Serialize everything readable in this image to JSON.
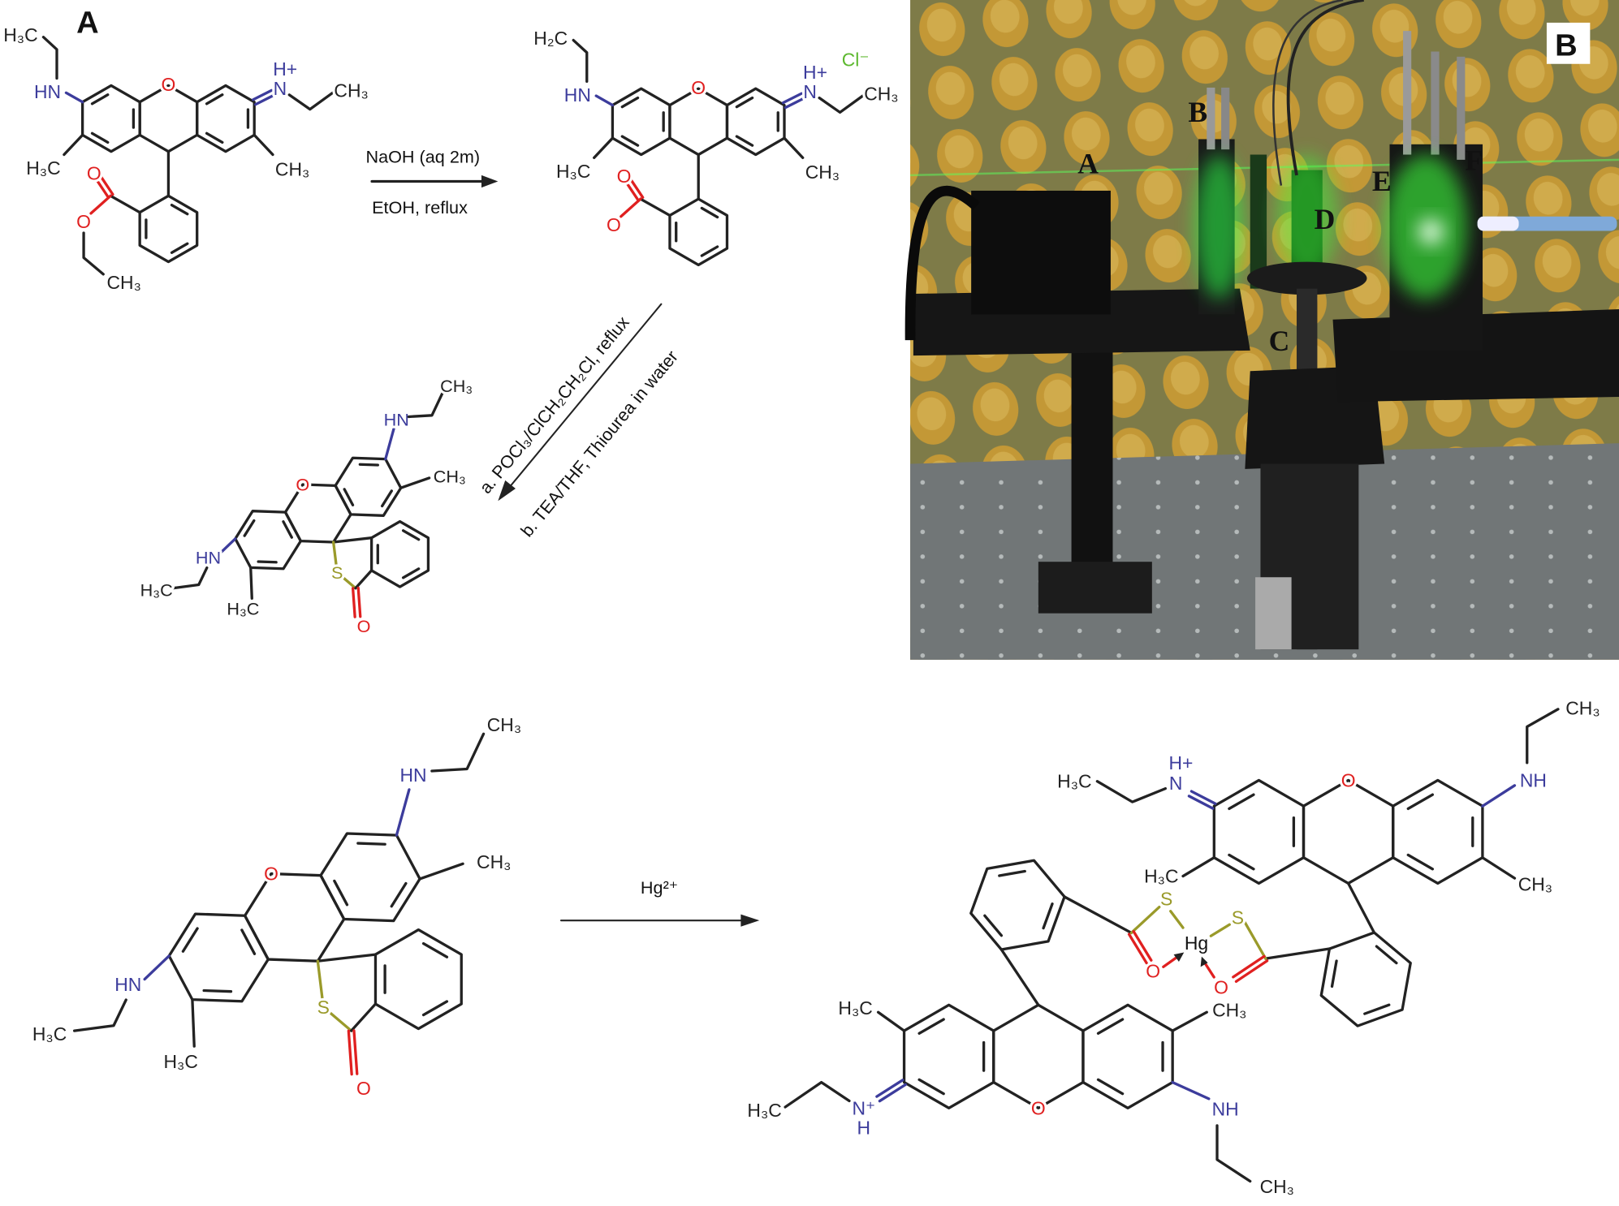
{
  "colors": {
    "bond": "#222222",
    "nitrogen": "#3c3c9c",
    "oxygen": "#e02020",
    "sulfur": "#9a9a2a",
    "chloride": "#5cb82e"
  },
  "panel_a_label": "A",
  "panel_b_label": "B",
  "reactions": {
    "step1_above": "NaOH (aq 2m)",
    "step1_below": "EtOH, reflux",
    "step2_a": "a. POCl₃/ClCH₂CH₂Cl, reflux",
    "step2_b": "b. TEA/THF, Thiourea in water",
    "step3": "Hg²⁺"
  },
  "molecules": {
    "ester": {
      "atoms": [
        {
          "text": "H₃C",
          "el": "C"
        },
        {
          "text": "HN",
          "el": "N"
        },
        {
          "text": "O",
          "el": "O"
        },
        {
          "text": "H+",
          "el": "N"
        },
        {
          "text": "N",
          "el": "N"
        },
        {
          "text": "CH₃",
          "el": "C"
        },
        {
          "text": "H₃C",
          "el": "C"
        },
        {
          "text": "CH₃",
          "el": "C"
        },
        {
          "text": "O",
          "el": "O"
        },
        {
          "text": "O",
          "el": "O"
        },
        {
          "text": "CH₃",
          "el": "C"
        }
      ]
    },
    "acid": {
      "atoms": [
        {
          "text": "H₂C",
          "el": "C"
        },
        {
          "text": "HN",
          "el": "N"
        },
        {
          "text": "O",
          "el": "O"
        },
        {
          "text": "H+",
          "el": "N"
        },
        {
          "text": "N",
          "el": "N"
        },
        {
          "text": "CH₃",
          "el": "C"
        },
        {
          "text": "H₃C",
          "el": "C"
        },
        {
          "text": "CH₃",
          "el": "C"
        },
        {
          "text": "O",
          "el": "O"
        },
        {
          "text": "O",
          "el": "O"
        },
        {
          "text": "Cl⁻",
          "el": "Cl"
        }
      ]
    },
    "spiro_small": {
      "atoms": [
        {
          "text": "O",
          "el": "O"
        },
        {
          "text": "HN",
          "el": "N"
        },
        {
          "text": "CH₃",
          "el": "C"
        },
        {
          "text": "CH₃",
          "el": "C"
        },
        {
          "text": "HN",
          "el": "N"
        },
        {
          "text": "H₃C",
          "el": "C"
        },
        {
          "text": "H₃C",
          "el": "C"
        },
        {
          "text": "S",
          "el": "S"
        },
        {
          "text": "O",
          "el": "O"
        }
      ]
    },
    "spiro_large": {
      "atoms": [
        {
          "text": "O",
          "el": "O"
        },
        {
          "text": "HN",
          "el": "N"
        },
        {
          "text": "CH₃",
          "el": "C"
        },
        {
          "text": "CH₃",
          "el": "C"
        },
        {
          "text": "HN",
          "el": "N"
        },
        {
          "text": "H₃C",
          "el": "C"
        },
        {
          "text": "H₃C",
          "el": "C"
        },
        {
          "text": "S",
          "el": "S"
        },
        {
          "text": "O",
          "el": "O"
        }
      ]
    },
    "hg_complex": {
      "atoms": [
        {
          "text": "O",
          "el": "O"
        },
        {
          "text": "H+",
          "el": "N"
        },
        {
          "text": "N",
          "el": "N"
        },
        {
          "text": "H₃C",
          "el": "C"
        },
        {
          "text": "NH",
          "el": "N"
        },
        {
          "text": "CH₃",
          "el": "C"
        },
        {
          "text": "H₃C",
          "el": "C"
        },
        {
          "text": "CH₃",
          "el": "C"
        },
        {
          "text": "S",
          "el": "S"
        },
        {
          "text": "O",
          "el": "O"
        },
        {
          "text": "S",
          "el": "S"
        },
        {
          "text": "O",
          "el": "O"
        },
        {
          "text": "Hg",
          "el": "Hg"
        },
        {
          "text": "O",
          "el": "O"
        },
        {
          "text": "H₃C",
          "el": "C"
        },
        {
          "text": "CH₃",
          "el": "C"
        },
        {
          "text": "N⁺",
          "el": "N"
        },
        {
          "text": "H",
          "el": "N"
        },
        {
          "text": "H₃C",
          "el": "C"
        },
        {
          "text": "NH",
          "el": "N"
        },
        {
          "text": "CH₃",
          "el": "C"
        }
      ]
    }
  },
  "photo": {
    "labels": [
      "A",
      "B",
      "C",
      "D",
      "E",
      "F"
    ]
  }
}
